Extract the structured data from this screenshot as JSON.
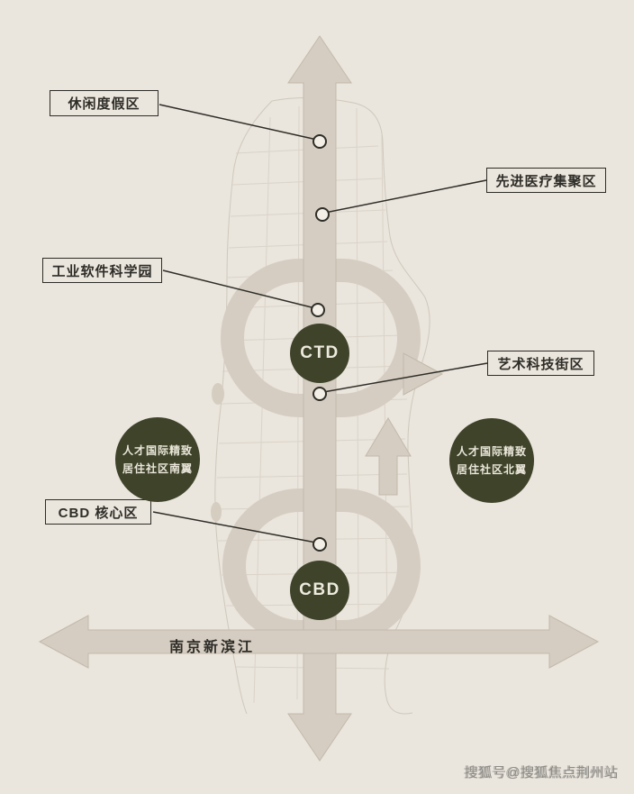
{
  "colors": {
    "background": "#eae5dd",
    "arrow_fill": "#d5cdc2",
    "arrow_edge": "#c2b9aa",
    "node_fill": "#3f432a",
    "node_text": "#edeade",
    "callout_border": "#2e2d27",
    "callout_text": "#2e2d27",
    "connector": "#2e2d27",
    "dot_fill": "#f3efe7",
    "map_line": "#c6bfb1",
    "watermark": "#8e8c86"
  },
  "labels": [
    {
      "id": "leisure",
      "text": "休闲度假区"
    },
    {
      "id": "medical",
      "text": "先进医疗集聚区"
    },
    {
      "id": "software",
      "text": "工业软件科学园"
    },
    {
      "id": "art",
      "text": "艺术科技街区"
    },
    {
      "id": "cbd-core",
      "text": "CBD 核心区"
    }
  ],
  "nodes": [
    {
      "id": "ctd",
      "text": "CTD"
    },
    {
      "id": "cbd",
      "text": "CBD"
    }
  ],
  "communities": [
    {
      "id": "south",
      "line1": "人才国际精致",
      "line2": "居住社区南翼"
    },
    {
      "id": "north",
      "line1": "人才国际精致",
      "line2": "居住社区北翼"
    }
  ],
  "axis": {
    "label": "南京新滨江"
  },
  "watermark": {
    "text": "搜狐号@搜狐焦点荆州站"
  }
}
